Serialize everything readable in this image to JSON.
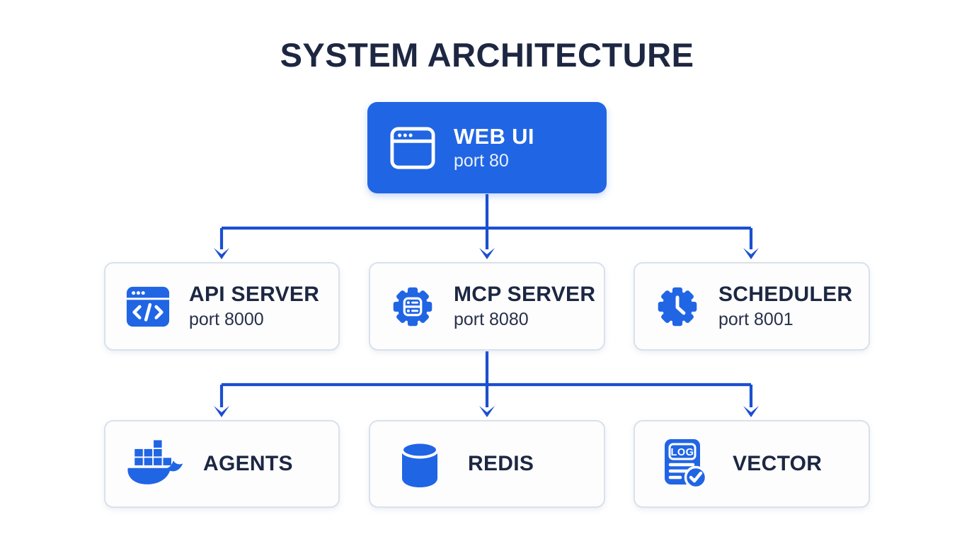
{
  "title": "SYSTEM ARCHITECTURE",
  "colors": {
    "primary_blue": "#2065e4",
    "arrow_blue": "#1b4fd1",
    "navy_text": "#1c2742",
    "card_border": "#dae1eb",
    "card_background": "#fdfdfe"
  },
  "nodes": {
    "web_ui": {
      "label": "WEB UI",
      "sublabel": "port 80",
      "icon": "browser-window-icon"
    },
    "api_server": {
      "label": "API SERVER",
      "sublabel": "port 8000",
      "icon": "code-window-icon"
    },
    "mcp_server": {
      "label": "MCP SERVER",
      "sublabel": "port 8080",
      "icon": "gear-server-icon"
    },
    "scheduler": {
      "label": "SCHEDULER",
      "sublabel": "port 8001",
      "icon": "gear-clock-icon"
    },
    "agents": {
      "label": "AGENTS",
      "icon": "docker-whale-icon"
    },
    "redis": {
      "label": "REDIS",
      "icon": "database-cylinder-icon"
    },
    "vector": {
      "label": "VECTOR",
      "icon": "log-document-check-icon",
      "icon_text": "LOG"
    }
  },
  "edges": [
    {
      "from": "web_ui",
      "to": "api_server"
    },
    {
      "from": "web_ui",
      "to": "mcp_server"
    },
    {
      "from": "web_ui",
      "to": "scheduler"
    },
    {
      "from": "mcp_server",
      "to": "agents"
    },
    {
      "from": "mcp_server",
      "to": "redis"
    },
    {
      "from": "mcp_server",
      "to": "vector"
    }
  ]
}
